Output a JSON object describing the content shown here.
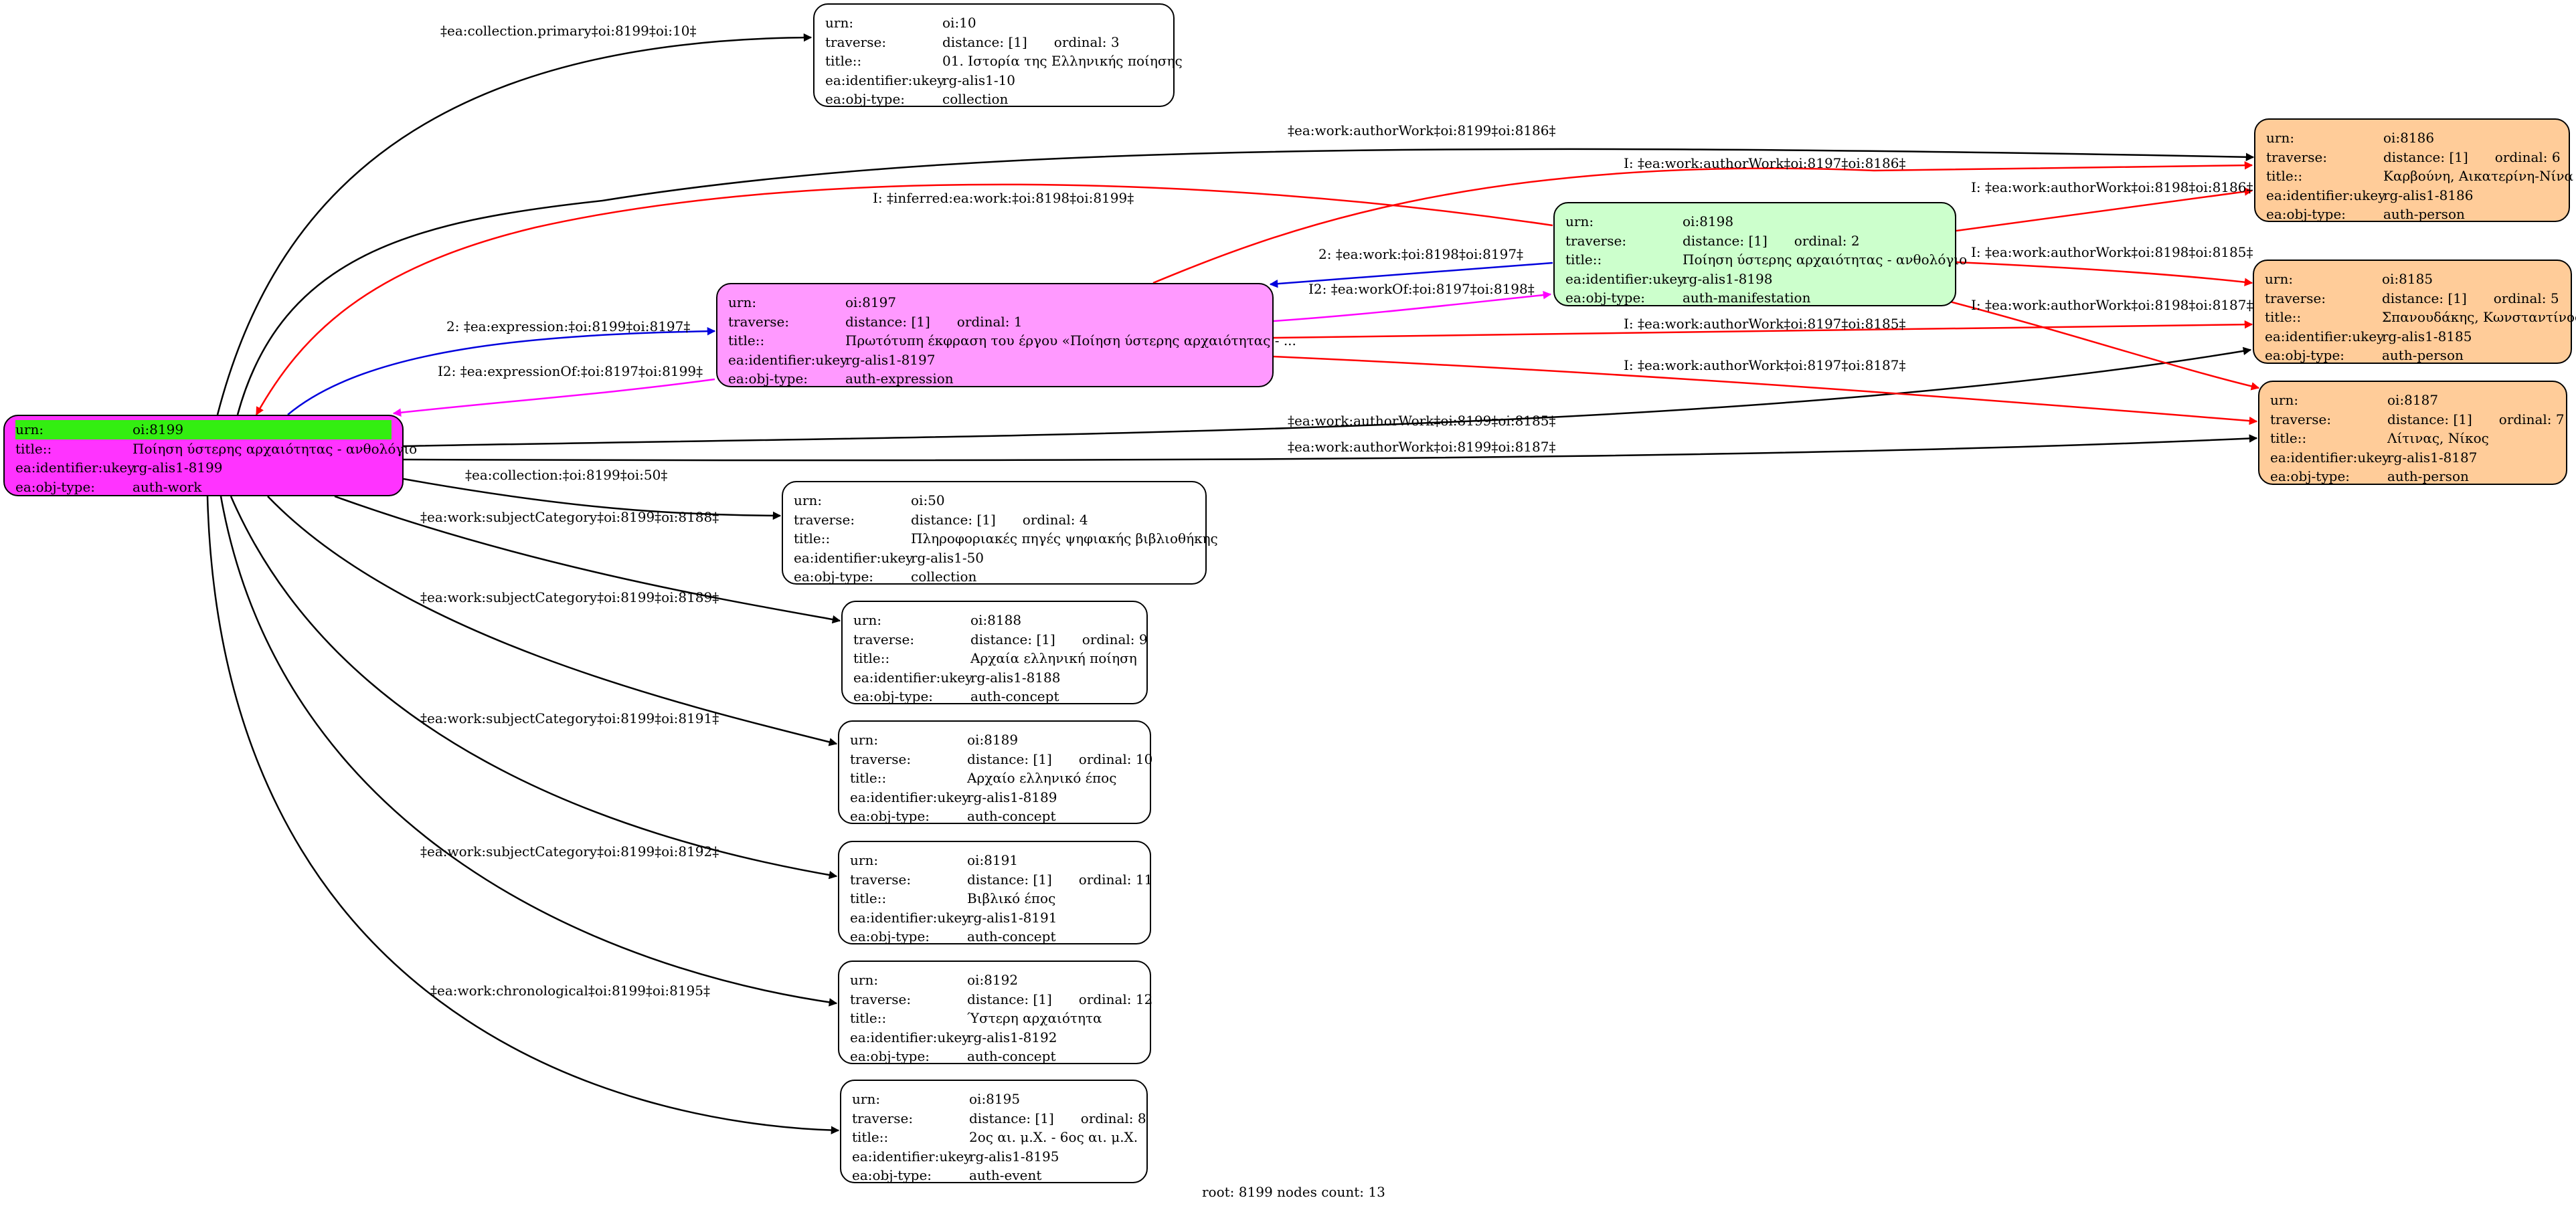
{
  "caption": "root: 8199 nodes count: 13",
  "colors": {
    "root": "#ff33ff",
    "expression": "#ff99ff",
    "manifestation": "#ccffcc",
    "person": "#ffcc99",
    "plain": "#ffffff",
    "root_urn_highlight": "#33ee11",
    "edge_black": "#000000",
    "edge_red": "#ff0000",
    "edge_blue": "#0000dd",
    "edge_magenta": "#ff00ff"
  },
  "labels": {
    "urn": "urn:",
    "traverse": "traverse:",
    "title": "title::",
    "ukey": "ea:identifier:ukey",
    "type": "ea:obj-type:"
  },
  "nodes": {
    "n8199": {
      "urn": "oi:8199",
      "title": "Ποίηση ύστερης αρχαιότητας - ανθολόγιο",
      "ukey": "rg-alis1-8199",
      "type": "auth-work"
    },
    "n10": {
      "urn": "oi:10",
      "distance": "distance: [1]",
      "ordinal": "ordinal: 3",
      "title": "01. Ιστορία της Ελληνικής ποίησης",
      "ukey": "rg-alis1-10",
      "type": "collection"
    },
    "n8197": {
      "urn": "oi:8197",
      "distance": "distance: [1]",
      "ordinal": "ordinal: 1",
      "title": "Πρωτότυπη έκφραση του έργου «Ποίηση ύστερης αρχαιότητας - ...",
      "ukey": "rg-alis1-8197",
      "type": "auth-expression"
    },
    "n8198": {
      "urn": "oi:8198",
      "distance": "distance: [1]",
      "ordinal": "ordinal: 2",
      "title": "Ποίηση ύστερης αρχαιότητας - ανθολόγιο",
      "ukey": "rg-alis1-8198",
      "type": "auth-manifestation"
    },
    "n8186": {
      "urn": "oi:8186",
      "distance": "distance: [1]",
      "ordinal": "ordinal: 6",
      "title": "Καρβούνη, Αικατερίνη-Νίνα",
      "ukey": "rg-alis1-8186",
      "type": "auth-person"
    },
    "n8185": {
      "urn": "oi:8185",
      "distance": "distance: [1]",
      "ordinal": "ordinal: 5",
      "title": "Σπανουδάκης, Κωνσταντίνος",
      "ukey": "rg-alis1-8185",
      "type": "auth-person"
    },
    "n8187": {
      "urn": "oi:8187",
      "distance": "distance: [1]",
      "ordinal": "ordinal: 7",
      "title": "Λίτινας, Νίκος",
      "ukey": "rg-alis1-8187",
      "type": "auth-person"
    },
    "n50": {
      "urn": "oi:50",
      "distance": "distance: [1]",
      "ordinal": "ordinal: 4",
      "title": "Πληροφοριακές πηγές ψηφιακής βιβλιοθήκης",
      "ukey": "rg-alis1-50",
      "type": "collection"
    },
    "n8188": {
      "urn": "oi:8188",
      "distance": "distance: [1]",
      "ordinal": "ordinal: 9",
      "title": "Αρχαία ελληνική ποίηση",
      "ukey": "rg-alis1-8188",
      "type": "auth-concept"
    },
    "n8189": {
      "urn": "oi:8189",
      "distance": "distance: [1]",
      "ordinal": "ordinal: 10",
      "title": "Αρχαίο ελληνικό έπος",
      "ukey": "rg-alis1-8189",
      "type": "auth-concept"
    },
    "n8191": {
      "urn": "oi:8191",
      "distance": "distance: [1]",
      "ordinal": "ordinal: 11",
      "title": "Βιβλικό έπος",
      "ukey": "rg-alis1-8191",
      "type": "auth-concept"
    },
    "n8192": {
      "urn": "oi:8192",
      "distance": "distance: [1]",
      "ordinal": "ordinal: 12",
      "title": "Ύστερη αρχαιότητα",
      "ukey": "rg-alis1-8192",
      "type": "auth-concept"
    },
    "n8195": {
      "urn": "oi:8195",
      "distance": "distance: [1]",
      "ordinal": "ordinal: 8",
      "title": "2ος αι. μ.Χ. - 6ος αι. μ.Χ.",
      "ukey": "rg-alis1-8195",
      "type": "auth-event"
    }
  },
  "edge_labels": {
    "e_collection_primary": "‡ea:collection.primary‡oi:8199‡oi:10‡",
    "e_author_8186": "‡ea:work:authorWork‡oi:8199‡oi:8186‡",
    "e_inferred_work": "I: ‡inferred:ea:work:‡oi:8198‡oi:8199‡",
    "e_i_8197_8186": "I: ‡ea:work:authorWork‡oi:8197‡oi:8186‡",
    "e_i_8198_8186": "I: ‡ea:work:authorWork‡oi:8198‡oi:8186‡",
    "e_work_8198_8197": "2: ‡ea:work:‡oi:8198‡oi:8197‡",
    "e_i_8198_8185": "I: ‡ea:work:authorWork‡oi:8198‡oi:8185‡",
    "e_workof": "I2: ‡ea:workOf:‡oi:8197‡oi:8198‡",
    "e_i_8198_8187": "I: ‡ea:work:authorWork‡oi:8198‡oi:8187‡",
    "e_expression": "2: ‡ea:expression:‡oi:8199‡oi:8197‡",
    "e_i_8197_8185": "I: ‡ea:work:authorWork‡oi:8197‡oi:8185‡",
    "e_expression_of": "I2: ‡ea:expressionOf:‡oi:8197‡oi:8199‡",
    "e_i_8197_8187": "I: ‡ea:work:authorWork‡oi:8197‡oi:8187‡",
    "e_author_8185": "‡ea:work:authorWork‡oi:8199‡oi:8185‡",
    "e_author_8187": "‡ea:work:authorWork‡oi:8199‡oi:8187‡",
    "e_collection_50": "‡ea:collection:‡oi:8199‡oi:50‡",
    "e_subject_8188": "‡ea:work:subjectCategory‡oi:8199‡oi:8188‡",
    "e_subject_8189": "‡ea:work:subjectCategory‡oi:8199‡oi:8189‡",
    "e_subject_8191": "‡ea:work:subjectCategory‡oi:8199‡oi:8191‡",
    "e_subject_8192": "‡ea:work:subjectCategory‡oi:8199‡oi:8192‡",
    "e_chronological": "‡ea:work:chronological‡oi:8199‡oi:8195‡"
  }
}
